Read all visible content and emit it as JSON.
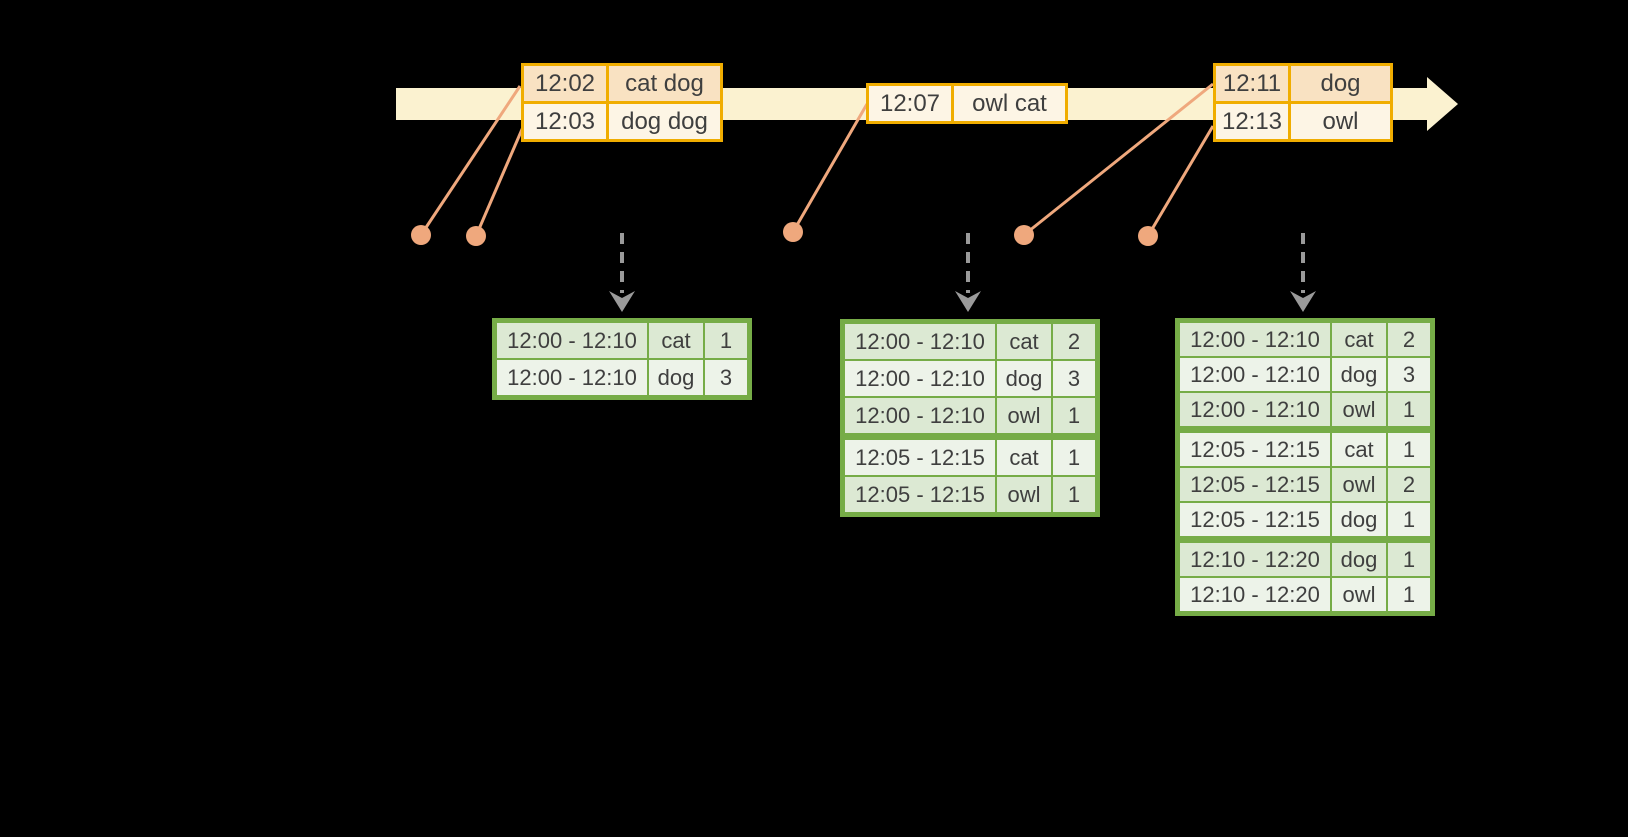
{
  "colors": {
    "background": "#000000",
    "timeline_fill": "#FBF2D0",
    "event_table_border": "#F0AD00",
    "event_row_dark": "#F9E2C2",
    "event_row_light": "#FDF5E5",
    "connector": "#EFA87D",
    "trigger_arrow": "#9A9A9A",
    "result_table_border": "#76AC47",
    "result_row_dark": "#DCE9D3",
    "result_row_light": "#EDF3E9",
    "text": "#3F3F3F"
  },
  "timeline": {
    "event_tables": [
      {
        "rows": [
          {
            "time": "12:02",
            "words": "cat dog"
          },
          {
            "time": "12:03",
            "words": "dog dog"
          }
        ]
      },
      {
        "rows": [
          {
            "time": "12:07",
            "words": "owl cat"
          }
        ]
      },
      {
        "rows": [
          {
            "time": "12:11",
            "words": "dog"
          },
          {
            "time": "12:13",
            "words": "owl"
          }
        ]
      }
    ]
  },
  "result_tables": [
    {
      "rows": [
        {
          "window": "12:00 - 12:10",
          "word": "cat",
          "count": "1"
        },
        {
          "window": "12:00 - 12:10",
          "word": "dog",
          "count": "3"
        }
      ]
    },
    {
      "rows": [
        {
          "window": "12:00 - 12:10",
          "word": "cat",
          "count": "2"
        },
        {
          "window": "12:00 - 12:10",
          "word": "dog",
          "count": "3"
        },
        {
          "window": "12:00 - 12:10",
          "word": "owl",
          "count": "1"
        },
        {
          "window": "12:05 - 12:15",
          "word": "cat",
          "count": "1"
        },
        {
          "window": "12:05 - 12:15",
          "word": "owl",
          "count": "1"
        }
      ]
    },
    {
      "rows": [
        {
          "window": "12:00 - 12:10",
          "word": "cat",
          "count": "2"
        },
        {
          "window": "12:00 - 12:10",
          "word": "dog",
          "count": "3"
        },
        {
          "window": "12:00 - 12:10",
          "word": "owl",
          "count": "1"
        },
        {
          "window": "12:05 - 12:15",
          "word": "cat",
          "count": "1"
        },
        {
          "window": "12:05 - 12:15",
          "word": "owl",
          "count": "2"
        },
        {
          "window": "12:05 - 12:15",
          "word": "dog",
          "count": "1"
        },
        {
          "window": "12:10 - 12:20",
          "word": "dog",
          "count": "1"
        },
        {
          "window": "12:10 - 12:20",
          "word": "owl",
          "count": "1"
        }
      ]
    }
  ]
}
